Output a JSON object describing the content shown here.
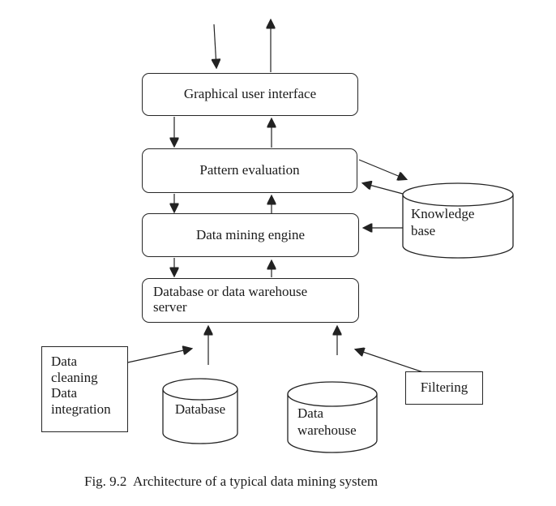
{
  "figure": {
    "caption": "Fig. 9.2  Architecture of a typical data mining system",
    "colors": {
      "line": "#222222",
      "background": "#ffffff",
      "text": "#1b1b1b"
    },
    "nodes": {
      "gui": {
        "label": "Graphical user interface",
        "shape": "rounded-rect"
      },
      "pattern_evaluation": {
        "label": "Pattern evaluation",
        "shape": "rounded-rect"
      },
      "data_mining_engine": {
        "label": "Data mining engine",
        "shape": "rounded-rect"
      },
      "server": {
        "label": "Database or data warehouse\nserver",
        "shape": "rounded-rect"
      },
      "knowledge_base": {
        "label": "Knowledge\nbase",
        "shape": "cylinder"
      },
      "data_cleaning": {
        "label": "Data\ncleaning\nData\nintegration",
        "shape": "rect"
      },
      "database": {
        "label": "Database",
        "shape": "cylinder"
      },
      "data_warehouse": {
        "label": "Data\nwarehouse",
        "shape": "cylinder"
      },
      "filtering": {
        "label": "Filtering",
        "shape": "rect"
      }
    },
    "edges": [
      {
        "from": "user-input",
        "to": "gui"
      },
      {
        "from": "gui",
        "to": "user-output"
      },
      {
        "from": "gui",
        "to": "pattern_evaluation"
      },
      {
        "from": "pattern_evaluation",
        "to": "gui"
      },
      {
        "from": "pattern_evaluation",
        "to": "data_mining_engine"
      },
      {
        "from": "data_mining_engine",
        "to": "pattern_evaluation"
      },
      {
        "from": "pattern_evaluation",
        "to": "knowledge_base"
      },
      {
        "from": "knowledge_base",
        "to": "pattern_evaluation"
      },
      {
        "from": "knowledge_base",
        "to": "data_mining_engine"
      },
      {
        "from": "data_mining_engine",
        "to": "server"
      },
      {
        "from": "server",
        "to": "data_mining_engine"
      },
      {
        "from": "database",
        "to": "server"
      },
      {
        "from": "data_warehouse",
        "to": "server"
      },
      {
        "from": "data_cleaning",
        "to": "server"
      },
      {
        "from": "filtering",
        "to": "server"
      }
    ]
  }
}
